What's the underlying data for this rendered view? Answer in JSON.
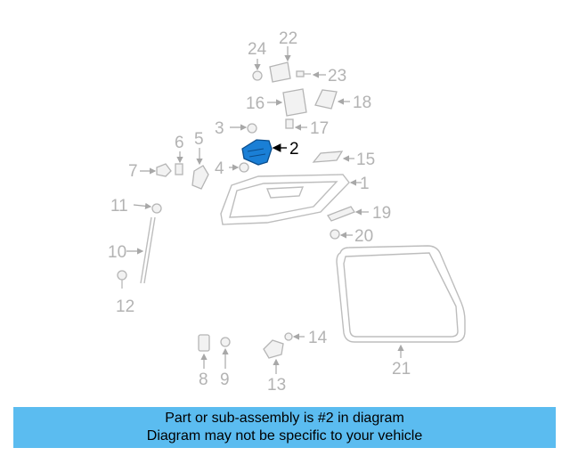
{
  "diagram": {
    "highlighted_part": "2",
    "callouts": [
      "1",
      "2",
      "3",
      "4",
      "5",
      "6",
      "7",
      "8",
      "9",
      "10",
      "11",
      "12",
      "13",
      "14",
      "15",
      "16",
      "17",
      "18",
      "19",
      "20",
      "21",
      "22",
      "23",
      "24"
    ]
  },
  "banner": {
    "line1": "Part or sub-assembly is #2 in diagram",
    "line2": "Diagram may not be specific to your vehicle"
  },
  "colors": {
    "banner_bg": "#5bbcf0",
    "highlight_part": "#1a7fd6",
    "lines": "#bdbdbd"
  }
}
